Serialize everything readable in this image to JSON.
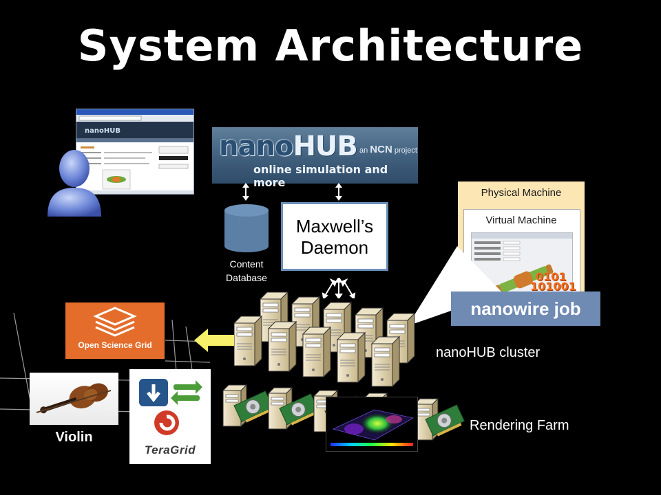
{
  "slide": {
    "title": "System Architecture"
  },
  "banner": {
    "logo_part1": "nano",
    "logo_part2": "HUB",
    "tagline": "online simulation and more",
    "ncn_prefix": "an ",
    "ncn_brand": "NCN",
    "ncn_suffix": " project"
  },
  "database": {
    "label_line1": "Content",
    "label_line2": "Database"
  },
  "daemon": {
    "line1": "Maxwell’s",
    "line2": "Daemon"
  },
  "machine": {
    "physical_label": "Physical Machine",
    "virtual_label": "Virtual Machine",
    "bits_line1": "0101",
    "bits_line2": "101001"
  },
  "job": {
    "label": "nanowire job"
  },
  "external": {
    "osg_label": "Open Science Grid",
    "violin_label": "Violin",
    "teragrid_label": "TeraGrid"
  },
  "cluster": {
    "label": "nanoHUB cluster"
  },
  "farm": {
    "label": "Rendering Farm"
  },
  "colors": {
    "background": "#000000",
    "daemon_border": "#6b8fb7",
    "job_bg": "#6f8ab3",
    "physical_bg": "#fbe6b4",
    "osg_orange": "#e46d2b",
    "arrow_yellow": "#f6f06a"
  }
}
